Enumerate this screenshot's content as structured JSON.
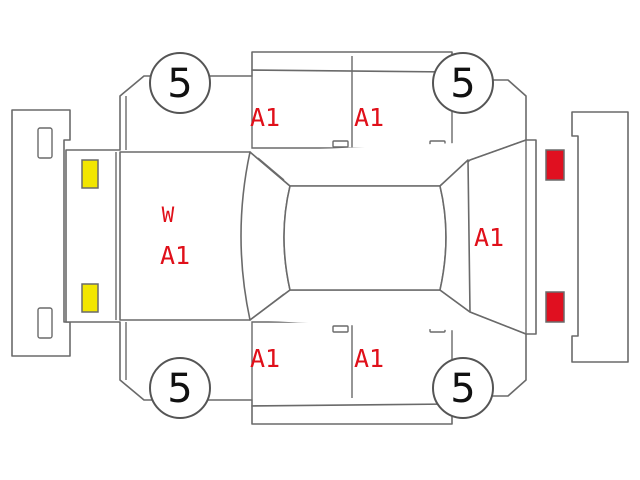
{
  "tyres": {
    "front_left": "5",
    "front_right": "5",
    "rear_left": "5",
    "rear_right": "5"
  },
  "damage_codes": {
    "hood_line1": "W",
    "hood_line2": "A1",
    "upper_front_door": "A1",
    "upper_rear_door": "A1",
    "lower_front_door": "A1",
    "lower_rear_door": "A1",
    "rear_glass": "A1"
  },
  "colors": {
    "code_text": "#e0101a",
    "front_lamp": "#f2e600",
    "rear_lamp": "#e01020",
    "outline": "#6a6a6a"
  }
}
